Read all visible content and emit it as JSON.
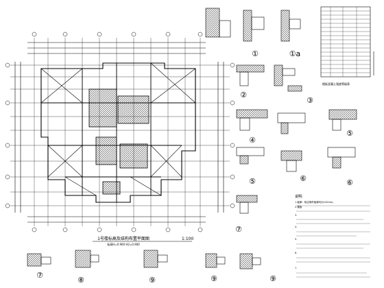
{
  "plan": {
    "title": "1号楼标高及结构布置平面图",
    "scale": "1:100",
    "subtitle": "标高H=0.900 H2=0.900"
  },
  "sections": [
    {
      "num": "①"
    },
    {
      "num": "①a"
    },
    {
      "num": "②"
    },
    {
      "num": "③"
    },
    {
      "num": "④"
    },
    {
      "num": "⑤"
    },
    {
      "num": "⑤"
    },
    {
      "num": "⑥"
    },
    {
      "num": "⑥"
    },
    {
      "num": "⑦"
    },
    {
      "num": "⑦"
    },
    {
      "num": "⑧"
    },
    {
      "num": "⑨"
    },
    {
      "num": "⑨"
    },
    {
      "num": "⑨"
    }
  ],
  "notes": {
    "title": "说明:",
    "lines": [
      "1.板厚：除注明外板厚均为120mm。",
      "2.楼板",
      "3.",
      "4.",
      "5.",
      "6.",
      "7."
    ]
  },
  "table_caption": "楼板混凝土强度等级表",
  "colors": {
    "line": "#000000",
    "hatch": "#555555",
    "bg": "#ffffff"
  }
}
